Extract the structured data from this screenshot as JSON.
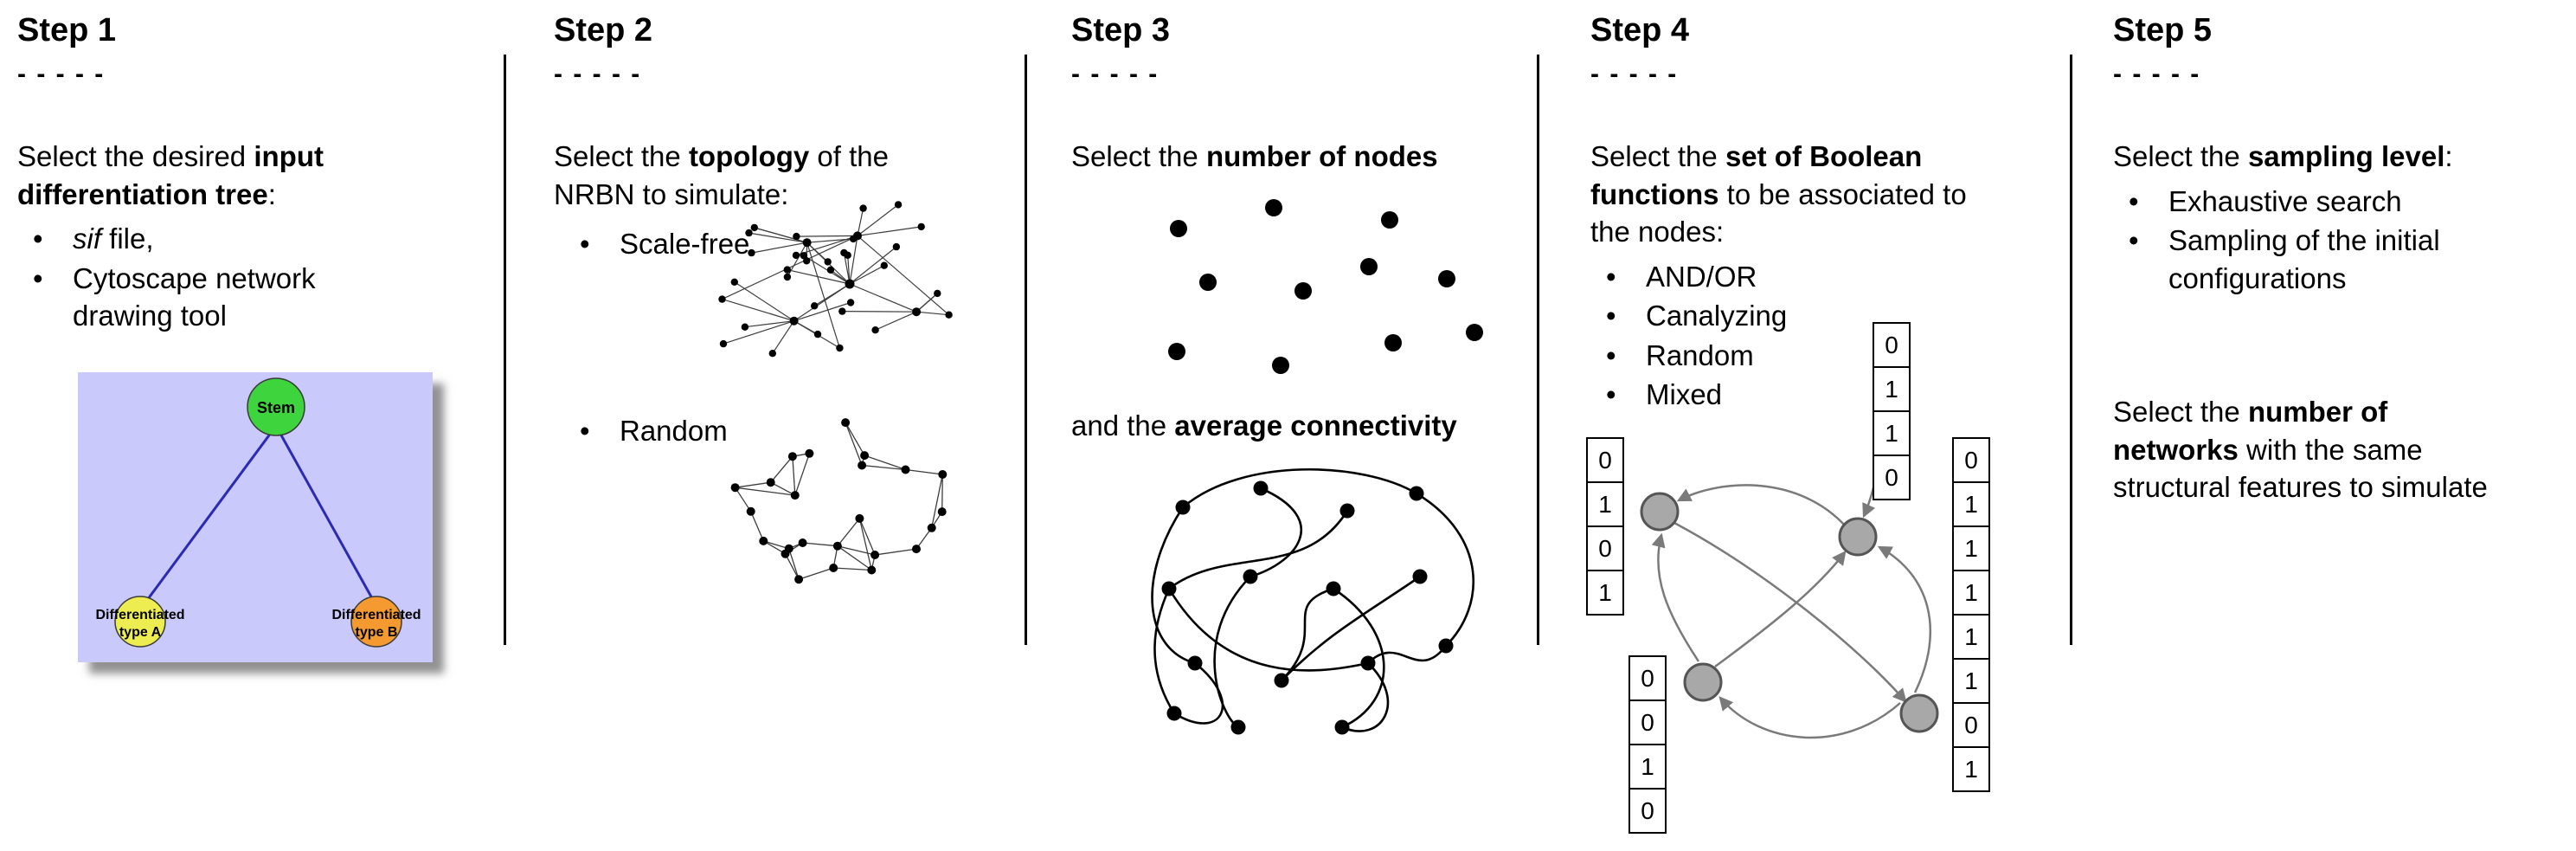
{
  "steps": [
    {
      "title": "Step 1",
      "dashes": "- - - - -",
      "intro": [
        {
          "t": "Select the desired "
        },
        {
          "t": "input\ndifferentiation tree",
          "b": true
        },
        {
          "t": ":"
        }
      ],
      "bullets": [
        {
          "segs": [
            {
              "t": "sif",
              "i": true
            },
            {
              "t": " file,"
            }
          ]
        },
        {
          "segs": [
            {
              "t": "Cytoscape network\ndrawing tool"
            }
          ]
        }
      ],
      "tree": {
        "root_label": "Stem",
        "child_a_line1": "Differentiated",
        "child_a_line2": "type A",
        "child_b_line1": "Differentiated",
        "child_b_line2": "type B",
        "colors": {
          "bg": "#c9c9fb",
          "root": "#3ed43e",
          "child_a": "#eded52",
          "child_b": "#f49a30",
          "edge": "#2a2ab5"
        }
      }
    },
    {
      "title": "Step 2",
      "dashes": "- - - - -",
      "intro": [
        {
          "t": "Select the "
        },
        {
          "t": "topology",
          "b": true
        },
        {
          "t": " of the\nNRBN to simulate:"
        }
      ],
      "bullets": [
        {
          "segs": [
            {
              "t": "Scale-free"
            }
          ]
        },
        {
          "segs": [
            {
              "t": "Random"
            }
          ]
        }
      ]
    },
    {
      "title": "Step 3",
      "dashes": "- - - - -",
      "intro": [
        {
          "t": "Select the "
        },
        {
          "t": "number of nodes",
          "b": true
        }
      ],
      "connectivity": [
        {
          "t": "and the "
        },
        {
          "t": "average connectivity",
          "b": true
        }
      ]
    },
    {
      "title": "Step 4",
      "dashes": "- - - - -",
      "intro": [
        {
          "t": "Select the "
        },
        {
          "t": "set of Boolean",
          "b": true
        },
        {
          "t": "\n"
        },
        {
          "t": "functions",
          "b": true
        },
        {
          "t": " to be associated to\nthe nodes:"
        }
      ],
      "bullets": [
        {
          "segs": [
            {
              "t": "AND/OR"
            }
          ]
        },
        {
          "segs": [
            {
              "t": "Canalyzing"
            }
          ]
        },
        {
          "segs": [
            {
              "t": "Random"
            }
          ]
        },
        {
          "segs": [
            {
              "t": "Mixed"
            }
          ]
        }
      ],
      "truth_columns": {
        "top": [
          "0",
          "1",
          "1",
          "0"
        ],
        "left": [
          "0",
          "1",
          "0",
          "1"
        ],
        "right": [
          "0",
          "1",
          "1",
          "1",
          "1",
          "1",
          "0",
          "1"
        ],
        "bottom_left": [
          "0",
          "0",
          "1",
          "0"
        ]
      }
    },
    {
      "title": "Step 5",
      "dashes": "- - - - -",
      "intro": [
        {
          "t": "Select the "
        },
        {
          "t": "sampling level",
          "b": true
        },
        {
          "t": ":"
        }
      ],
      "bullets": [
        {
          "segs": [
            {
              "t": "Exhaustive search"
            }
          ]
        },
        {
          "segs": [
            {
              "t": "Sampling of the initial\nconfigurations"
            }
          ]
        }
      ],
      "second": [
        {
          "t": "Select the "
        },
        {
          "t": "number of\nnetworks",
          "b": true
        },
        {
          "t": " with the same\nstructural features to simulate"
        }
      ]
    }
  ]
}
